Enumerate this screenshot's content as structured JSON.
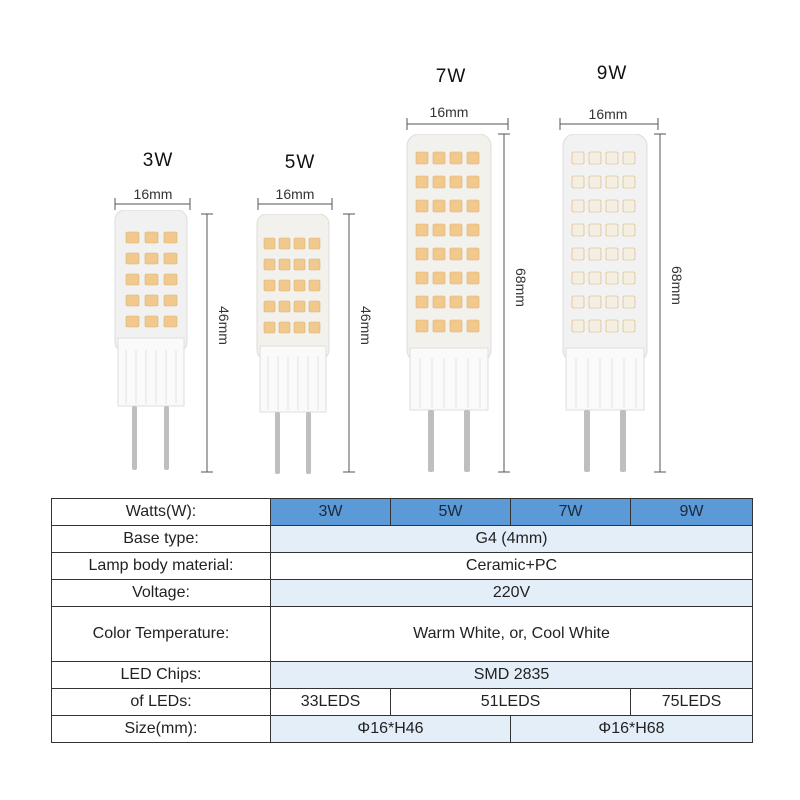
{
  "bulbs": [
    {
      "watt": "3W",
      "width": "16mm",
      "height": "46mm"
    },
    {
      "watt": "5W",
      "width": "16mm",
      "height": "46mm"
    },
    {
      "watt": "7W",
      "width": "16mm",
      "height": "68mm"
    },
    {
      "watt": "9W",
      "width": "16mm",
      "height": "68mm"
    }
  ],
  "table": {
    "watts_label": "Watts(W):",
    "watts": [
      "3W",
      "5W",
      "7W",
      "9W"
    ],
    "base_label": "Base type:",
    "base_value": "G4 (4mm)",
    "material_label": "Lamp body material:",
    "material_value": "Ceramic+PC",
    "voltage_label": "Voltage:",
    "voltage_value": "220V",
    "color_label": "Color Temperature:",
    "color_value": "Warm White, or, Cool White",
    "chips_label": "LED Chips:",
    "chips_value": "SMD 2835",
    "leds_label": "of LEDs:",
    "leds": [
      "33LEDS",
      "51LEDS",
      "75LEDS"
    ],
    "size_label": "Size(mm):",
    "sizes": [
      "Φ16*H46",
      "Φ16*H68"
    ]
  },
  "colors": {
    "header_blue": "#5b9ad6",
    "row_tint": "#e3eef8",
    "warm_led": "#f2c98c",
    "cool_led": "#f4efe2"
  }
}
